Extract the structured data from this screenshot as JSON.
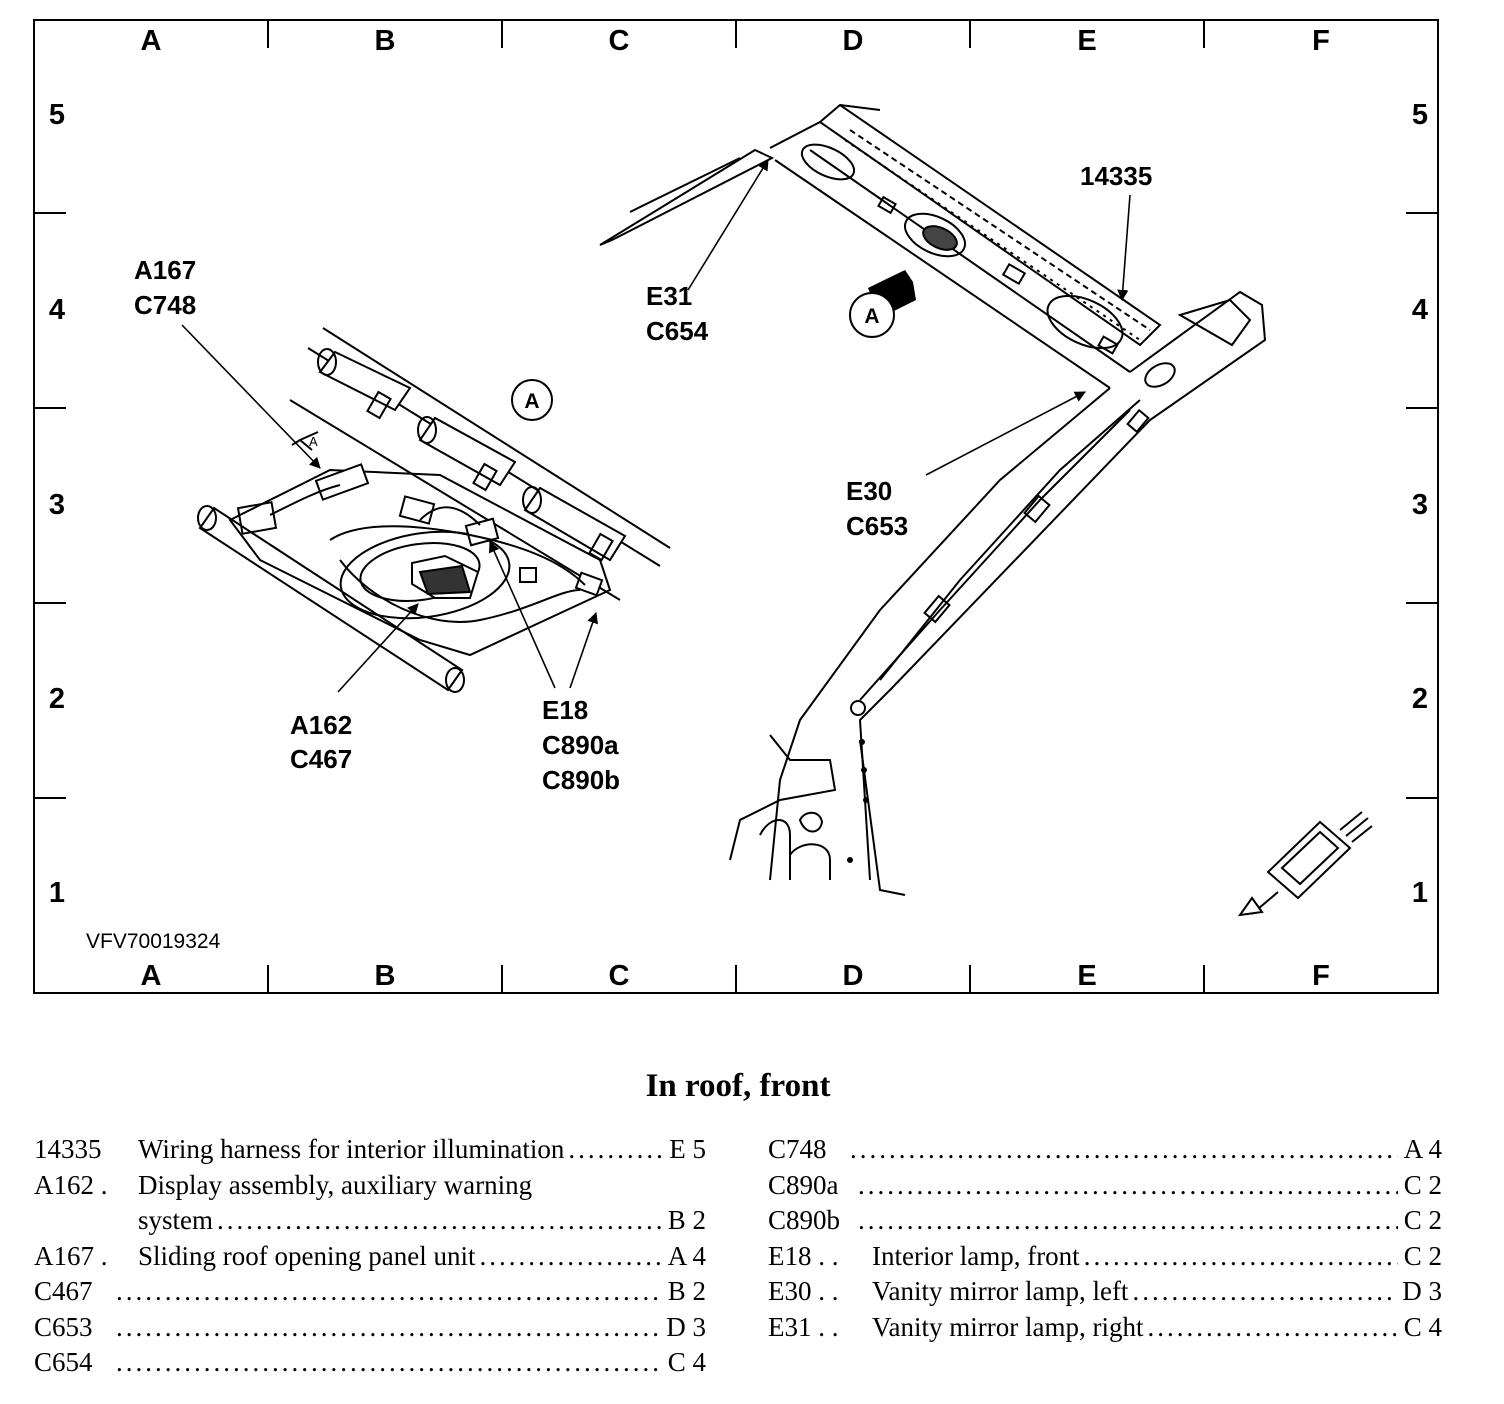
{
  "grid": {
    "columns": [
      "A",
      "B",
      "C",
      "D",
      "E",
      "F"
    ],
    "rows": [
      "5",
      "4",
      "3",
      "2",
      "1"
    ]
  },
  "figure_id": "VFV70019324",
  "view_marker": "A",
  "callouts": {
    "a167_c748": [
      "A167",
      "C748"
    ],
    "a162_c467": [
      "A162",
      "C467"
    ],
    "e18_group": [
      "E18",
      "C890a",
      "C890b"
    ],
    "e31_c654": [
      "E31",
      "C654"
    ],
    "e30_c653": [
      "E30",
      "C653"
    ],
    "harness": "14335"
  },
  "legend": {
    "title": "In roof, front",
    "left": [
      {
        "code": "14335",
        "desc": "Wiring harness for interior illumination",
        "loc": "E 5"
      },
      {
        "code": "A162 .",
        "desc": "Display assembly, auxiliary warning",
        "desc2": "system",
        "loc": "B 2"
      },
      {
        "code": "A167 .",
        "desc": "Sliding roof opening panel unit",
        "loc": "A 4"
      },
      {
        "code": "C467",
        "desc": "",
        "loc": "B 2"
      },
      {
        "code": "C653",
        "desc": "",
        "loc": "D 3"
      },
      {
        "code": "C654",
        "desc": "",
        "loc": "C 4"
      }
    ],
    "right": [
      {
        "code": "C748",
        "desc": "",
        "loc": "A 4"
      },
      {
        "code": "C890a",
        "desc": "",
        "loc": "C 2"
      },
      {
        "code": "C890b",
        "desc": "",
        "loc": "C 2"
      },
      {
        "code": "E18 . .",
        "desc": "Interior lamp, front",
        "loc": "C 2"
      },
      {
        "code": "E30 . .",
        "desc": "Vanity mirror lamp, left",
        "loc": "D 3"
      },
      {
        "code": "E31 . .",
        "desc": "Vanity mirror lamp, right",
        "loc": "C 4"
      }
    ]
  }
}
